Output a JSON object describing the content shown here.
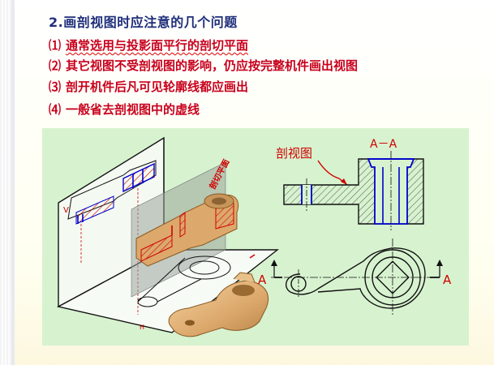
{
  "title": "2.画剖视图时应注意的几个问题",
  "items": [
    {
      "num": "⑴",
      "text": "通常选用与投影面平行的剖切平面"
    },
    {
      "num": "⑵",
      "text": "其它视图不受剖视图的影响，仍应按完整机件画出视图"
    },
    {
      "num": "⑶",
      "text": "剖开机件后凡可见轮廓线都应画出"
    },
    {
      "num": "⑷",
      "text": "一般省去剖视图中的虚线"
    }
  ],
  "figure": {
    "section_view_label": "剖视图",
    "section_name": "A－A",
    "cut_plane_mark": "A",
    "plane_label": "剖切平面",
    "v_label": "V",
    "h_label": "H",
    "colors": {
      "section_lines": "#0000cc",
      "hatch": "#d00000",
      "background": "#d7f2cf",
      "part": "#e0b37a"
    }
  }
}
